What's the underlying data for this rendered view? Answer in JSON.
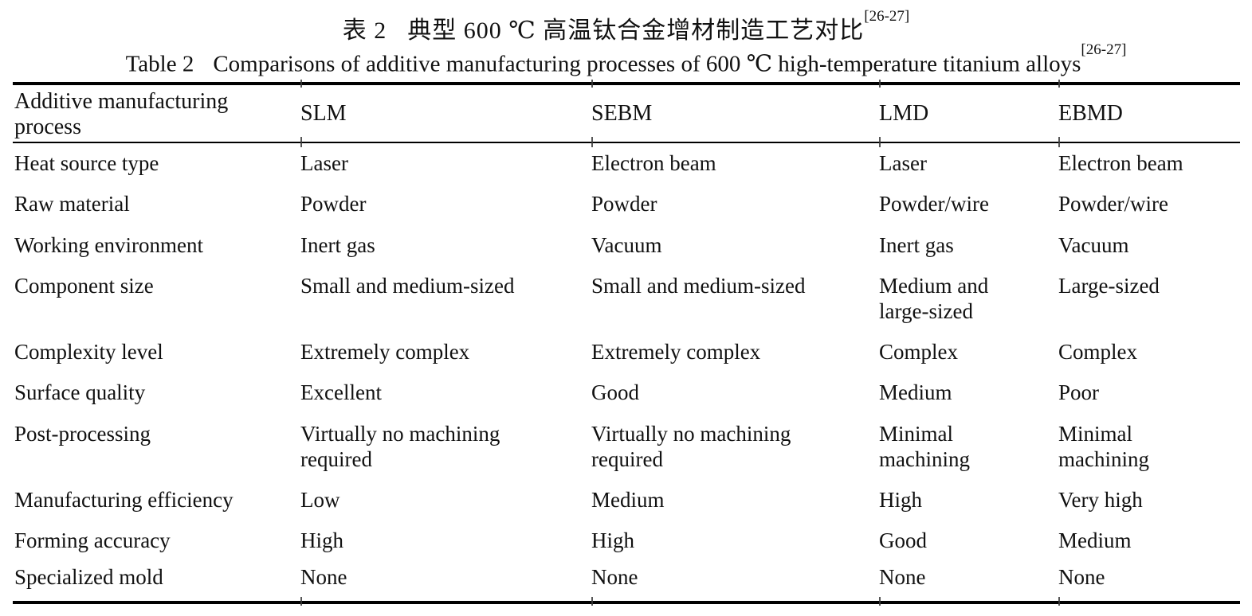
{
  "title": {
    "zh_label": "表 2",
    "zh_text": "典型 600 ℃ 高温钛合金增材制造工艺对比",
    "zh_ref": "[26-27]",
    "en_label": "Table 2",
    "en_text": "Comparisons of additive manufacturing processes of 600 ℃ high-temperature titanium alloys",
    "en_ref": "[26-27]"
  },
  "table": {
    "columns": [
      "Additive manufacturing process",
      "SLM",
      "SEBM",
      "LMD",
      "EBMD"
    ],
    "rows": [
      {
        "label": "Heat source type",
        "values": [
          "Laser",
          "Electron beam",
          "Laser",
          "Electron beam"
        ]
      },
      {
        "label": "Raw material",
        "values": [
          "Powder",
          "Powder",
          "Powder/wire",
          "Powder/wire"
        ]
      },
      {
        "label": "Working environment",
        "values": [
          "Inert gas",
          "Vacuum",
          "Inert gas",
          "Vacuum"
        ]
      },
      {
        "label": "Component size",
        "values": [
          "Small and medium-sized",
          "Small and medium-sized",
          "Medium and large-sized",
          "Large-sized"
        ]
      },
      {
        "label": "Complexity level",
        "values": [
          "Extremely complex",
          "Extremely complex",
          "Complex",
          "Complex"
        ]
      },
      {
        "label": "Surface quality",
        "values": [
          "Excellent",
          "Good",
          "Medium",
          "Poor"
        ]
      },
      {
        "label": "Post-processing",
        "values": [
          "Virtually no machining required",
          "Virtually no machining required",
          "Minimal machining",
          "Minimal machining"
        ]
      },
      {
        "label": "Manufacturing efficiency",
        "values": [
          "Low",
          "Medium",
          "High",
          "Very high"
        ]
      },
      {
        "label": "Forming accuracy",
        "values": [
          "High",
          "High",
          "Good",
          "Medium"
        ]
      },
      {
        "label": "Specialized mold",
        "values": [
          "None",
          "None",
          "None",
          "None"
        ]
      }
    ]
  }
}
